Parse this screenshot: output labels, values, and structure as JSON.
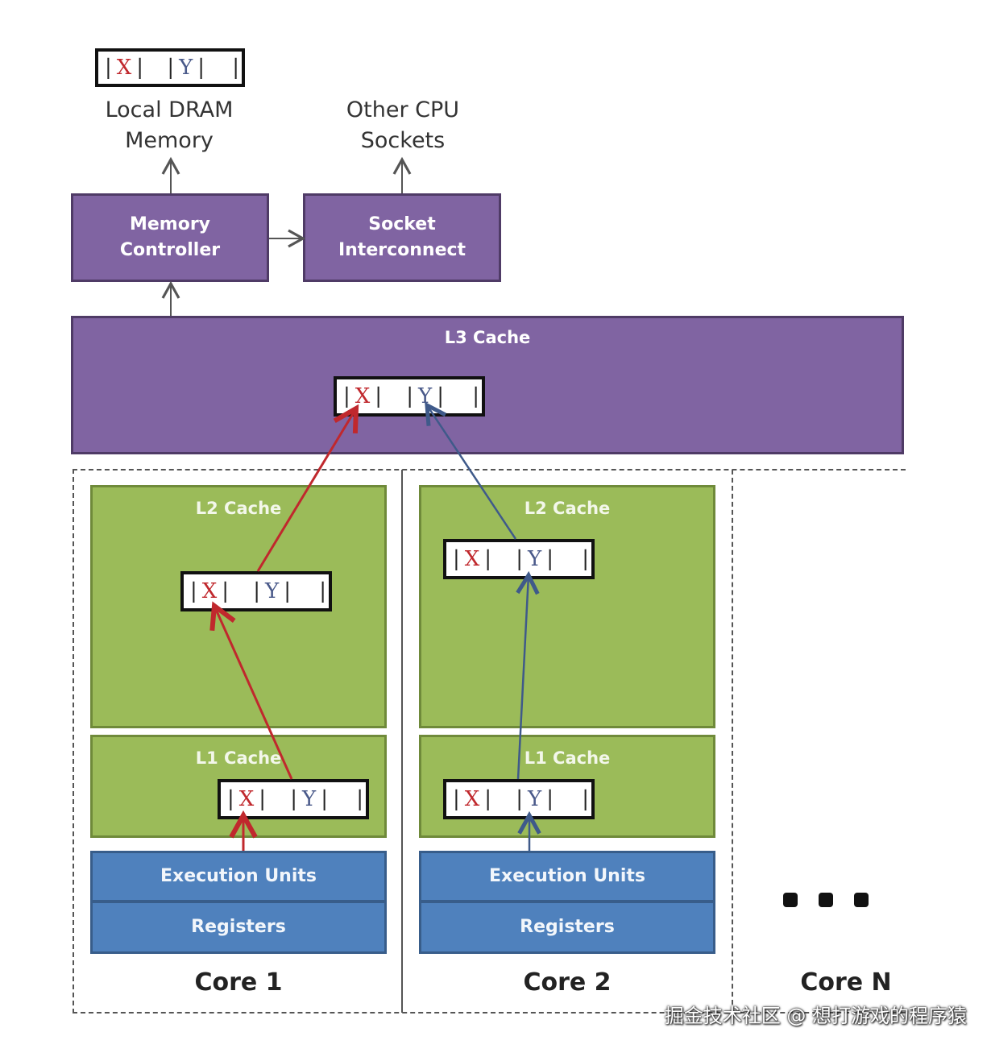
{
  "top": {
    "dram_caption": "Local DRAM Memory",
    "other_cpu_caption": "Other CPU Sockets"
  },
  "controllers": {
    "memory_controller": "Memory Controller",
    "socket_interconnect": "Socket Interconnect"
  },
  "l3": {
    "title": "L3 Cache"
  },
  "cache_line": {
    "x": "X",
    "y": "Y",
    "bar": "|"
  },
  "cores": [
    {
      "name": "Core 1",
      "l2": "L2 Cache",
      "l1": "L1 Cache",
      "exec": "Execution Units",
      "regs": "Registers"
    },
    {
      "name": "Core 2",
      "l2": "L2 Cache",
      "l1": "L1 Cache",
      "exec": "Execution Units",
      "regs": "Registers"
    },
    {
      "name": "Core N"
    }
  ],
  "colors": {
    "purple": "#8064a2",
    "green": "#9bbb59",
    "blue": "#4f81bd",
    "x_path": "#c0282d",
    "y_path": "#3f5a8a"
  },
  "watermark": "掘金技术社区 @ 想打游戏的程序猿"
}
